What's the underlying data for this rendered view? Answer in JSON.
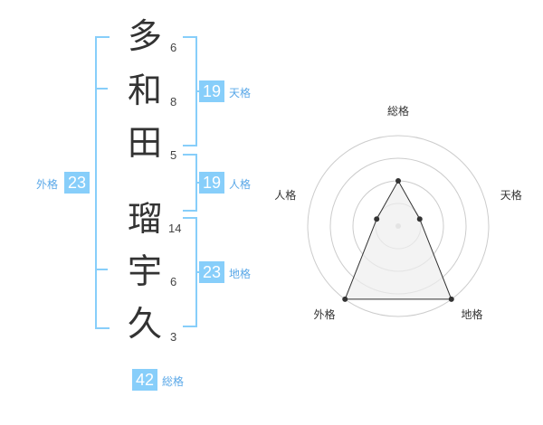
{
  "name": {
    "chars": [
      {
        "char": "多",
        "strokes": "6"
      },
      {
        "char": "和",
        "strokes": "8"
      },
      {
        "char": "田",
        "strokes": "5"
      },
      {
        "char": "瑠",
        "strokes": "14"
      },
      {
        "char": "宇",
        "strokes": "6"
      },
      {
        "char": "久",
        "strokes": "3"
      }
    ]
  },
  "kakusu": {
    "tenkaku": {
      "value": "19",
      "label": "天格"
    },
    "jinkaku": {
      "value": "19",
      "label": "人格"
    },
    "chikaku": {
      "value": "23",
      "label": "地格"
    },
    "gaikaku": {
      "value": "23",
      "label": "外格"
    },
    "soukaku": {
      "value": "42",
      "label": "総格"
    }
  },
  "chart_data": {
    "type": "radar",
    "axes": [
      "総格",
      "天格",
      "地格",
      "外格",
      "人格"
    ],
    "values": [
      0.5,
      0.25,
      1.0,
      1.0,
      0.25
    ],
    "rings": 4,
    "line_color": "#333333",
    "fill_color": "#eeeeee",
    "grid_color": "#cccccc"
  },
  "colors": {
    "accent": "#87cefa",
    "accent_text": "#5aa8e8"
  }
}
